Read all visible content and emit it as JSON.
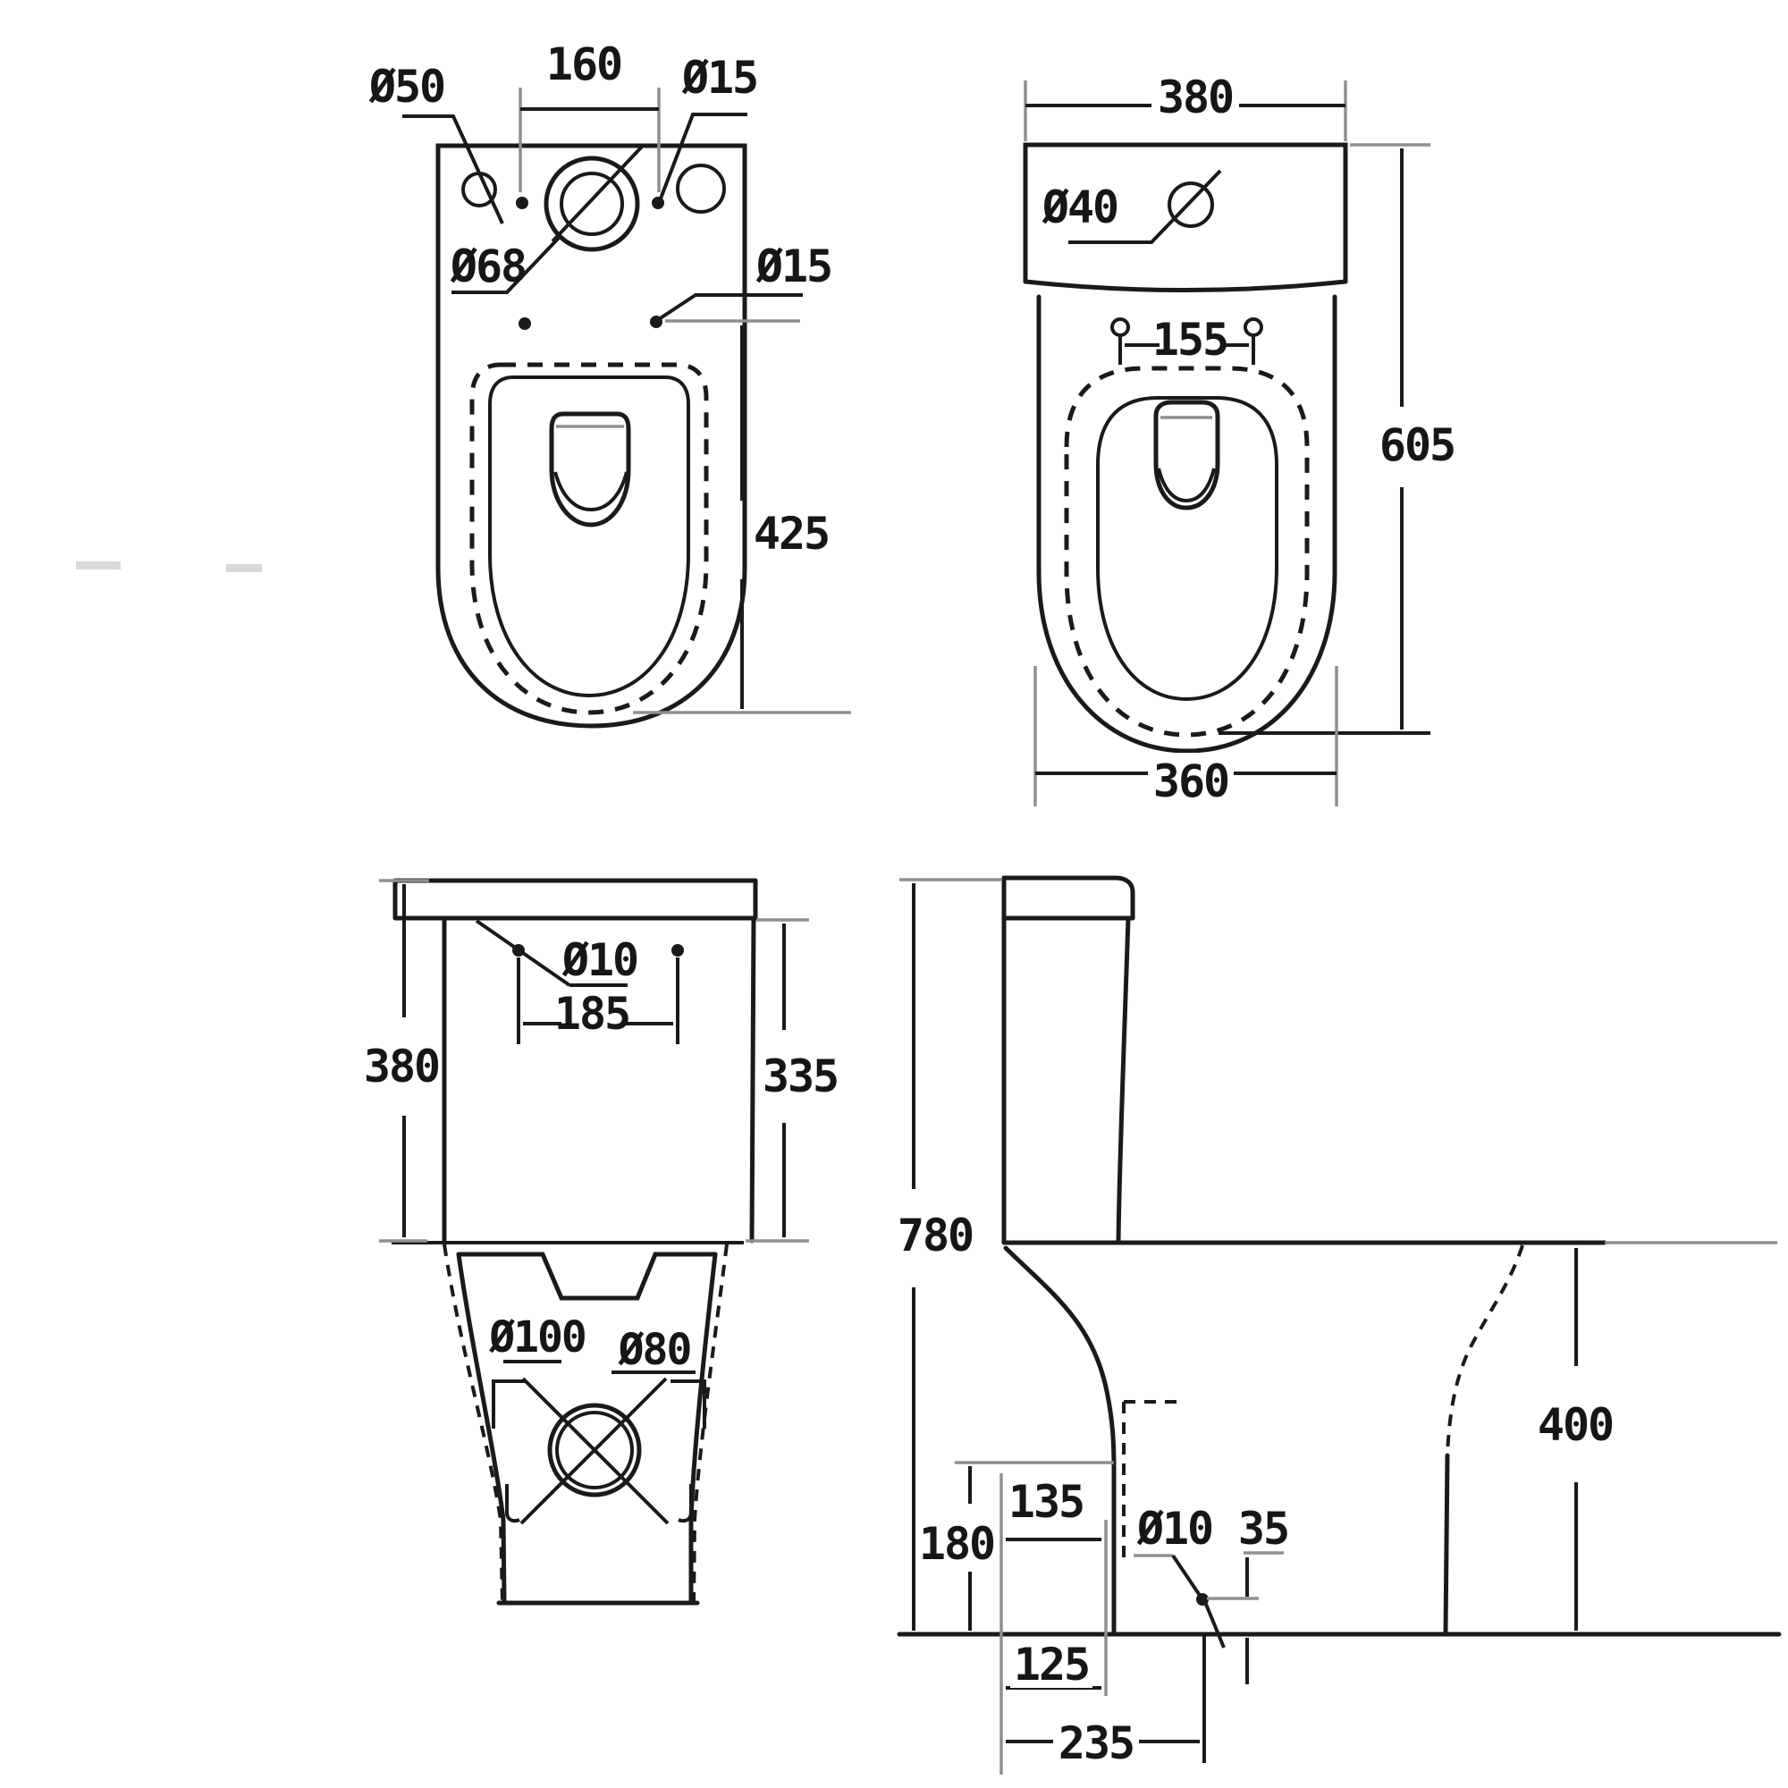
{
  "document": {
    "type": "technical-drawing",
    "subject": "close-coupled toilet (WC) dimension drawing, four orthographic views",
    "units": "mm",
    "colors": {
      "line": "#1a1a1a",
      "extension": "#8f8f8f",
      "background": "#ffffff"
    }
  },
  "top_view": {
    "labels": {
      "d50": "Ø50",
      "w160": "160",
      "d15_top": "Ø15",
      "d68": "Ø68",
      "d15_side": "Ø15",
      "h425": "425"
    }
  },
  "front_view": {
    "labels": {
      "w380": "380",
      "d40": "Ø40",
      "w155": "155",
      "h605": "605",
      "w360": "360"
    }
  },
  "rear_view": {
    "labels": {
      "h380": "380",
      "d10": "Ø10",
      "w185": "185",
      "h335": "335",
      "d100": "Ø100",
      "d80": "Ø80"
    }
  },
  "side_view": {
    "labels": {
      "h780": "780",
      "h400": "400",
      "w135": "135",
      "h180": "180",
      "d10": "Ø10",
      "h35": "35",
      "w125": "125",
      "w235": "235"
    }
  }
}
